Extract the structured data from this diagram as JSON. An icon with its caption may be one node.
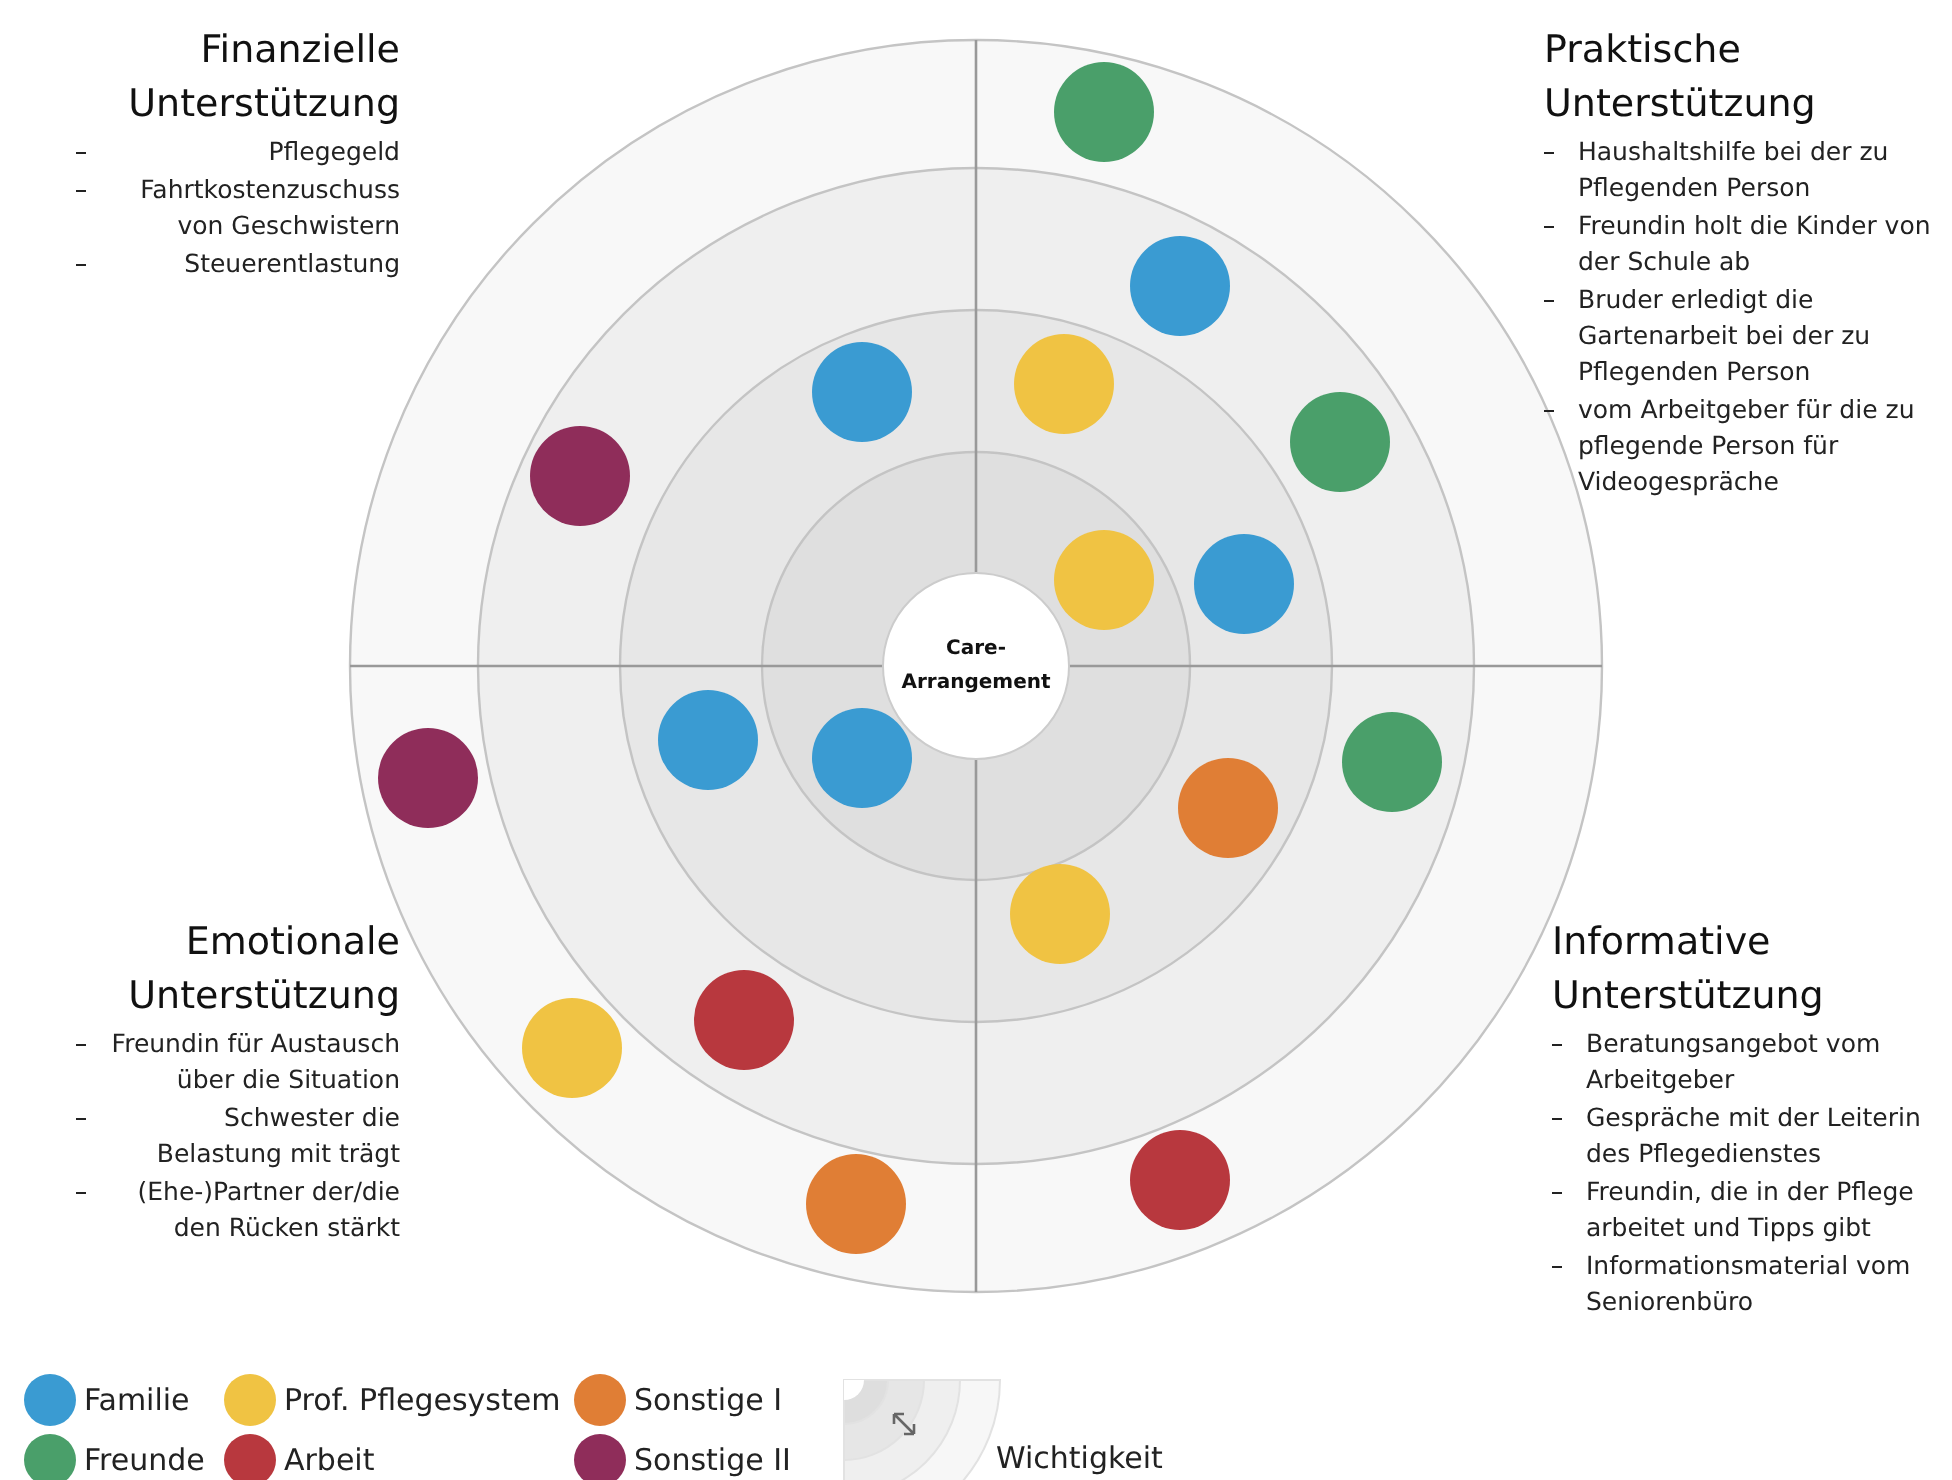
{
  "diagram": {
    "nodes": [
      {
        "text": [
          "Care-Arrangement"
        ]
      }
    ],
    "labels": [
      "Finanzielle Unterstützung",
      "Pflegegeld",
      "Fahrtkostenzuschuss von Geschwistern",
      "Steuerentlastung",
      "Praktische Unterstützung",
      "Haushaltshilfe bei der zu Pflegenden Person",
      "Freundin holt die Kinder von der Schule ab",
      "Bruder erledigt die Gartenarbeit bei der zu Pflegenden Person",
      "vom Arbeitgeber für die zu pflegende Person für Videogespräche",
      "Emotionale Unterstützung",
      "Freundin für Austausch über die Situation",
      "Schwester die Belastung mit trägt",
      "(Ehe-)Partner der/die den Rücken stärkt",
      "Informative Unterstützung",
      "Beratungsangebot vom Arbeitgeber",
      "Gespräche mit der Leiterin des Pflegedienstes",
      "Freundin, die in der Pflege arbeitet und Tipps gibt",
      "Informationsmaterial vom Seniorenbüro",
      "Wichtigkeit"
    ],
    "legend": [
      {
        "text": "Familie",
        "color": "#3a9bd2"
      },
      {
        "text": "Prof. Pflegesystem",
        "color": "#f0c343"
      },
      {
        "text": "Sonstige I",
        "color": "#e07e35"
      },
      {
        "text": "Freunde",
        "color": "#4a9f6a"
      },
      {
        "text": "Arbeit",
        "color": "#b8383e"
      },
      {
        "text": "Sonstige II",
        "color": "#8f2d5a"
      }
    ]
  }
}
